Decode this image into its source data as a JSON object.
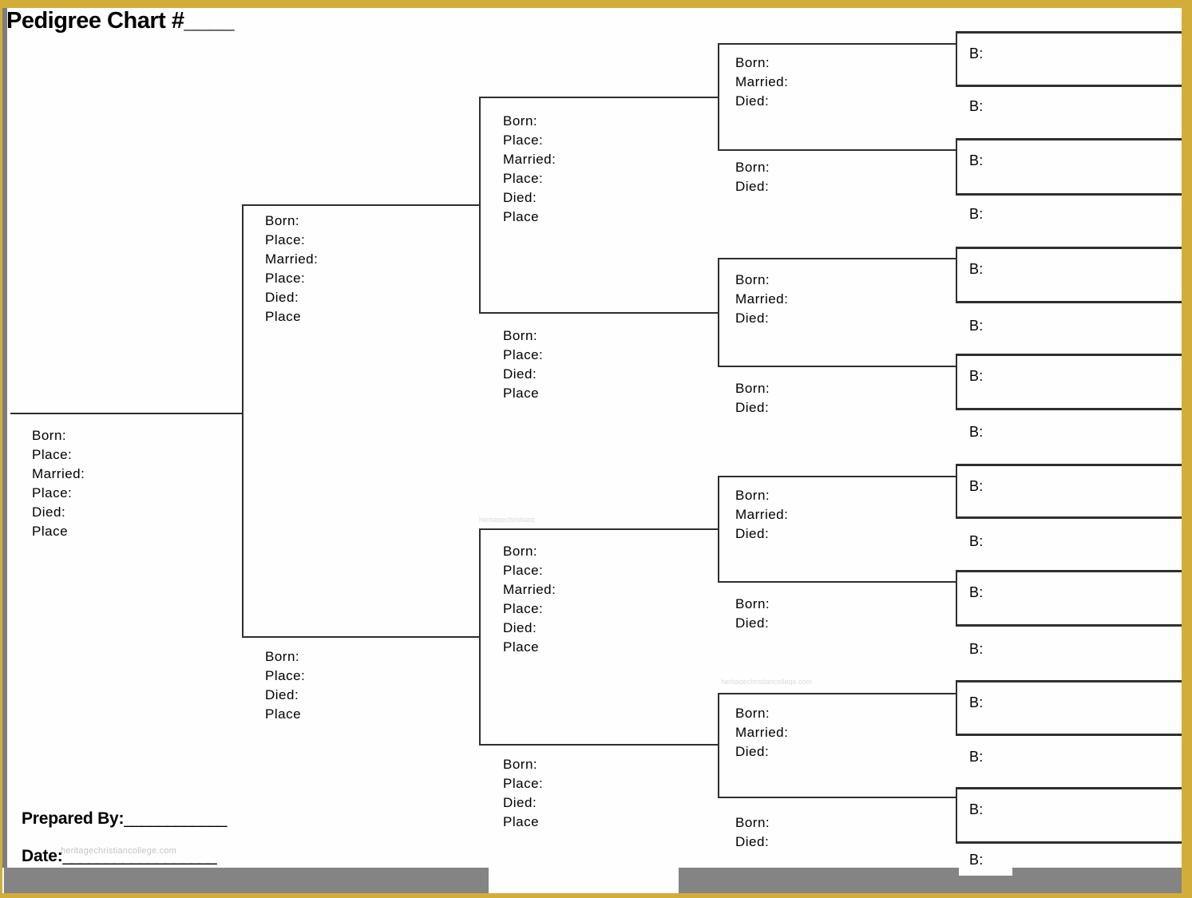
{
  "page": {
    "title": "Pedigree Chart #",
    "title_blank": "____",
    "border_color": "#d2ad39",
    "line_color": "#2f2f2f",
    "footer_bar_color": "#848484",
    "watermark_color": "#c4c4c4"
  },
  "tree": {
    "gen1": {
      "fields": [
        "Born:",
        "Place:",
        "Married:",
        "Place:",
        "Died:",
        "Place"
      ]
    },
    "gen2": {
      "father": {
        "fields": [
          "Born:",
          "Place:",
          "Married:",
          "Place:",
          "Died:",
          "Place"
        ]
      },
      "mother": {
        "fields": [
          "Born:",
          "Place:",
          "Died:",
          "Place"
        ]
      }
    },
    "gen3": [
      {
        "father": {
          "fields": [
            "Born:",
            "Place:",
            "Married:",
            "Place:",
            "Died:",
            "Place"
          ]
        },
        "mother": {
          "fields": [
            "Born:",
            "Place:",
            "Died:",
            "Place"
          ]
        }
      },
      {
        "father": {
          "fields": [
            "Born:",
            "Place:",
            "Married:",
            "Place:",
            "Died:",
            "Place"
          ]
        },
        "mother": {
          "fields": [
            "Born:",
            "Place:",
            "Died:",
            "Place"
          ]
        }
      }
    ],
    "gen4": [
      {
        "father": {
          "fields": [
            "Born:",
            "Married:",
            "Died:"
          ]
        },
        "mother": {
          "fields": [
            "Born:",
            "Died:"
          ]
        }
      },
      {
        "father": {
          "fields": [
            "Born:",
            "Married:",
            "Died:"
          ]
        },
        "mother": {
          "fields": [
            "Born:",
            "Died:"
          ]
        }
      },
      {
        "father": {
          "fields": [
            "Born:",
            "Married:",
            "Died:"
          ]
        },
        "mother": {
          "fields": [
            "Born:",
            "Died:"
          ]
        }
      },
      {
        "father": {
          "fields": [
            "Born:",
            "Married:",
            "Died:"
          ]
        },
        "mother": {
          "fields": [
            "Born:",
            "Died:"
          ]
        }
      }
    ],
    "gen5": [
      {
        "box_label": "B:",
        "float_label": "B:"
      },
      {
        "box_label": "B:",
        "float_label": "B:"
      },
      {
        "box_label": "B:",
        "float_label": "B:"
      },
      {
        "box_label": "B:",
        "float_label": "B:"
      },
      {
        "box_label": "B:",
        "float_label": "B:"
      },
      {
        "box_label": "B:",
        "float_label": "B:"
      },
      {
        "box_label": "B:",
        "float_label": "B:"
      },
      {
        "box_label": "B:",
        "float_label": "B:"
      }
    ]
  },
  "footer": {
    "prepared_by_label": "Prepared By:",
    "prepared_by_blank": "____________",
    "date_label": "Date:",
    "date_blank": "__________________",
    "watermark": "heritagechristiancollege.com"
  },
  "watermark_remnants": [
    "heritagechristiancollege.com",
    "heritagechristiancollege.com"
  ]
}
